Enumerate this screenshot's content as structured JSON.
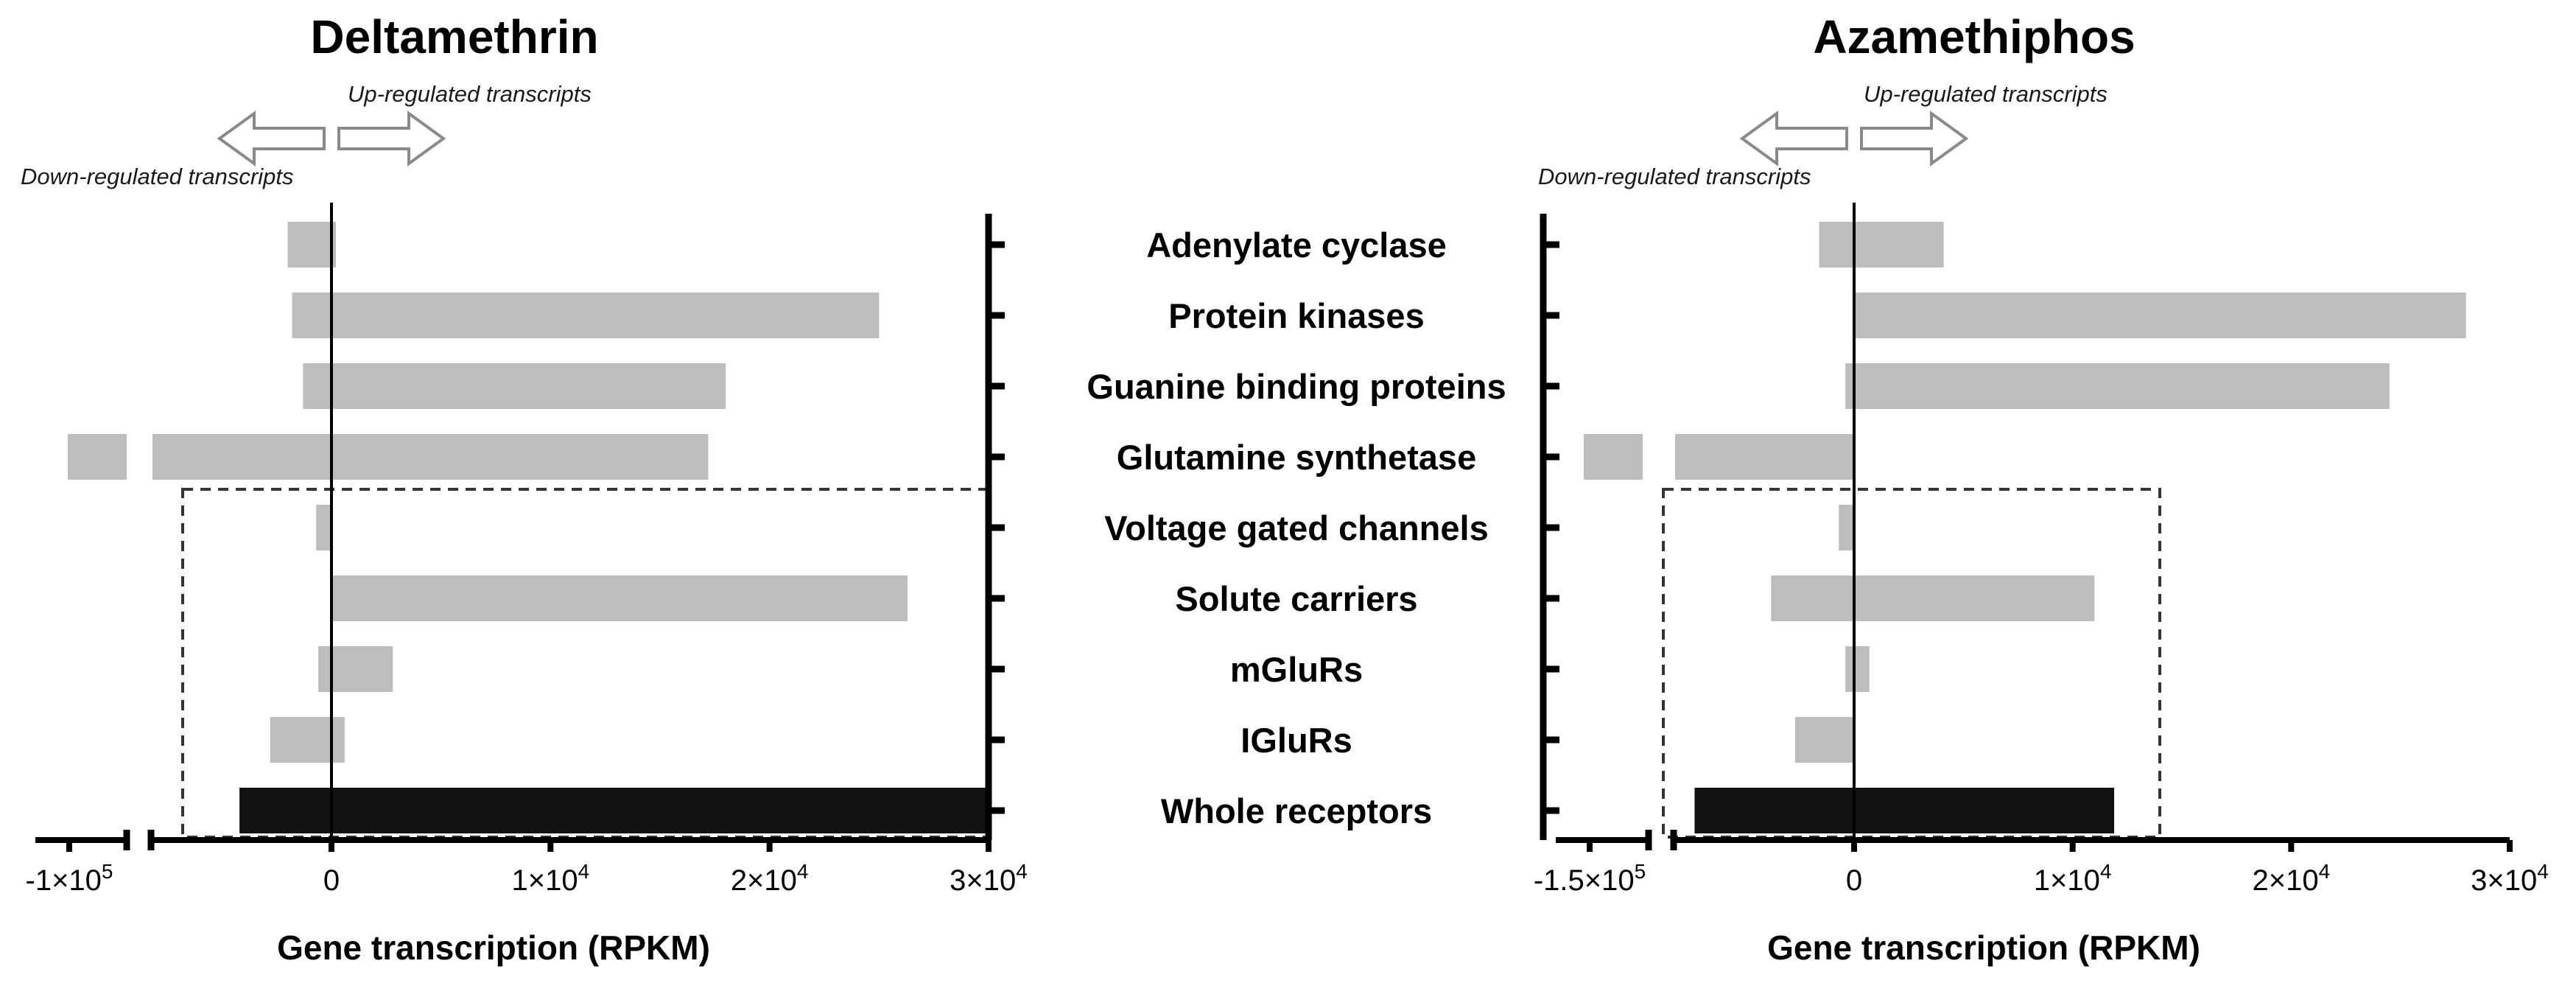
{
  "categories": [
    "Adenylate cyclase",
    "Protein kinases",
    "Guanine binding proteins",
    "Glutamine synthetase",
    "Voltage gated channels",
    "Solute carriers",
    "mGluRs",
    "IGluRs",
    "Whole receptors"
  ],
  "chart_data": [
    {
      "type": "bar",
      "orientation": "horizontal",
      "title": "Deltamethrin",
      "xlabel": "Gene transcription (RPKM)",
      "xlim": [
        -100000,
        30000
      ],
      "axis_break": true,
      "xticks": [
        "-1×10^5",
        "0",
        "1×10^4",
        "2×10^4",
        "3×10^4"
      ],
      "xtick_labels": [
        {
          "base": "-1×10",
          "exp": "5"
        },
        {
          "base": "0",
          "exp": ""
        },
        {
          "base": "1×10",
          "exp": "4"
        },
        {
          "base": "2×10",
          "exp": "4"
        },
        {
          "base": "3×10",
          "exp": "4"
        }
      ],
      "annotations": {
        "up": "Up-regulated transcripts",
        "down": "Down-regulated transcripts"
      },
      "bars": [
        {
          "category": "Adenylate cyclase",
          "down": -2000,
          "up": 200
        },
        {
          "category": "Protein kinases",
          "down": -1800,
          "up": 25000
        },
        {
          "category": "Guanine binding proteins",
          "down": -1300,
          "up": 18000
        },
        {
          "category": "Glutamine synthetase",
          "down": -99000,
          "up": 17200
        },
        {
          "category": "Voltage gated channels",
          "down": -700,
          "up": 0
        },
        {
          "category": "Solute carriers",
          "down": 0,
          "up": 26300
        },
        {
          "category": "mGluRs",
          "down": -600,
          "up": 2800
        },
        {
          "category": "IGluRs",
          "down": -2800,
          "up": 600
        },
        {
          "category": "Whole receptors",
          "down": -4200,
          "up": 30000
        }
      ],
      "highlight_box": {
        "from_category": "Voltage gated channels",
        "to_category": "Whole receptors"
      },
      "colors": {
        "bar": "#bdbdbd",
        "highlight_bar": "#111111"
      }
    },
    {
      "type": "bar",
      "orientation": "horizontal",
      "title": "Azamethiphos",
      "xlabel": "Gene transcription (RPKM)",
      "xlim": [
        -150000,
        30000
      ],
      "axis_break": true,
      "xticks": [
        "-1.5×10^5",
        "0",
        "1×10^4",
        "2×10^4",
        "3×10^4"
      ],
      "xtick_labels": [
        {
          "base": "-1.5×10",
          "exp": "5"
        },
        {
          "base": "0",
          "exp": ""
        },
        {
          "base": "1×10",
          "exp": "4"
        },
        {
          "base": "2×10",
          "exp": "4"
        },
        {
          "base": "3×10",
          "exp": "4"
        }
      ],
      "annotations": {
        "up": "Up-regulated transcripts",
        "down": "Down-regulated transcripts"
      },
      "bars": [
        {
          "category": "Adenylate cyclase",
          "down": -1600,
          "up": 4100
        },
        {
          "category": "Protein kinases",
          "down": 0,
          "up": 28000
        },
        {
          "category": "Guanine binding proteins",
          "down": -400,
          "up": 24500
        },
        {
          "category": "Glutamine synthetase",
          "down": -145000,
          "up": 0
        },
        {
          "category": "Voltage gated channels",
          "down": -700,
          "up": 0
        },
        {
          "category": "Solute carriers",
          "down": -3800,
          "up": 11000
        },
        {
          "category": "mGluRs",
          "down": -400,
          "up": 700
        },
        {
          "category": "IGluRs",
          "down": -2700,
          "up": 0
        },
        {
          "category": "Whole receptors",
          "down": -7300,
          "up": 11900
        }
      ],
      "highlight_box": {
        "from_category": "Voltage gated channels",
        "to_category": "Whole receptors"
      },
      "colors": {
        "bar": "#bdbdbd",
        "highlight_bar": "#111111"
      }
    }
  ]
}
